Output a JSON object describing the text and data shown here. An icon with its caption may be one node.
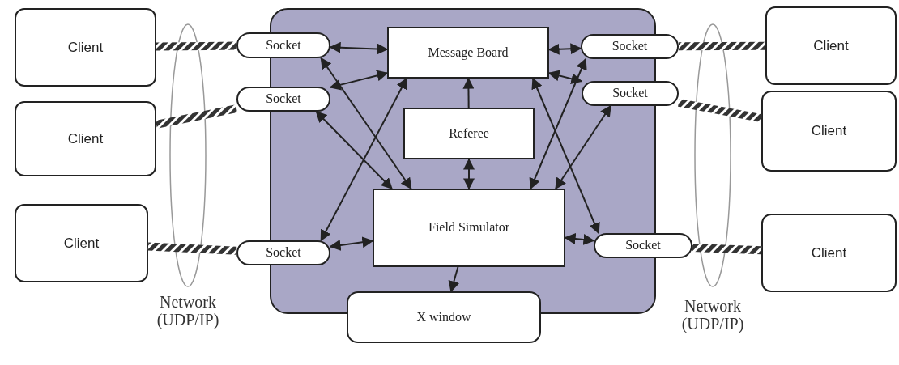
{
  "diagram": {
    "nodes": [
      {
        "text": [],
        "shape": "box"
      },
      {
        "text": [
          "Client"
        ]
      },
      {
        "text": [
          "Client"
        ]
      },
      {
        "text": [
          "Client"
        ]
      },
      {
        "text": [
          "Socket"
        ]
      },
      {
        "text": [
          "Socket"
        ]
      },
      {
        "text": [
          "Socket"
        ]
      },
      {
        "text": [
          "Message Board"
        ],
        "in": 0
      },
      {
        "text": [
          "Referee"
        ],
        "in": 0
      },
      {
        "text": [
          "Field Simulator"
        ],
        "in": 0
      },
      {
        "text": [
          "X window"
        ]
      },
      {
        "text": [
          "Client"
        ]
      },
      {
        "text": [
          "Client"
        ]
      },
      {
        "text": [
          "Client"
        ]
      },
      {
        "text": [
          "Socket"
        ]
      },
      {
        "text": [
          "Socket"
        ]
      },
      {
        "text": [
          "Socket"
        ]
      }
    ],
    "edges": [
      {
        "from": 1,
        "to": 4,
        "arrow": "none",
        "style": "thick"
      },
      {
        "from": 2,
        "to": 5,
        "arrow": "none",
        "style": "thick"
      },
      {
        "from": 3,
        "to": 6,
        "arrow": "none",
        "style": "thick"
      },
      {
        "from": 11,
        "to": 14,
        "arrow": "none",
        "style": "thick"
      },
      {
        "from": 12,
        "to": 15,
        "arrow": "none",
        "style": "thick"
      },
      {
        "from": 13,
        "to": 16,
        "arrow": "none",
        "style": "thick"
      },
      {
        "from": 4,
        "to": 7,
        "arrow": "both"
      },
      {
        "from": 4,
        "to": 9,
        "arrow": "both"
      },
      {
        "from": 5,
        "to": 7,
        "arrow": "both"
      },
      {
        "from": 5,
        "to": 9,
        "arrow": "both"
      },
      {
        "from": 6,
        "to": 7,
        "arrow": "both"
      },
      {
        "from": 6,
        "to": 9,
        "arrow": "both"
      },
      {
        "from": 14,
        "to": 7,
        "arrow": "both"
      },
      {
        "from": 14,
        "to": 9,
        "arrow": "both"
      },
      {
        "from": 15,
        "to": 7,
        "arrow": "both"
      },
      {
        "from": 15,
        "to": 9,
        "arrow": "both"
      },
      {
        "from": 16,
        "to": 7,
        "arrow": "both"
      },
      {
        "from": 16,
        "to": 9,
        "arrow": "both"
      },
      {
        "from": 8,
        "to": 7,
        "arrow": "to"
      },
      {
        "from": 8,
        "to": 9,
        "arrow": "both"
      },
      {
        "from": 9,
        "to": 10,
        "arrow": "to"
      }
    ],
    "labels": [
      "Network (UDP/IP)",
      "Network (UDP/IP)"
    ]
  }
}
